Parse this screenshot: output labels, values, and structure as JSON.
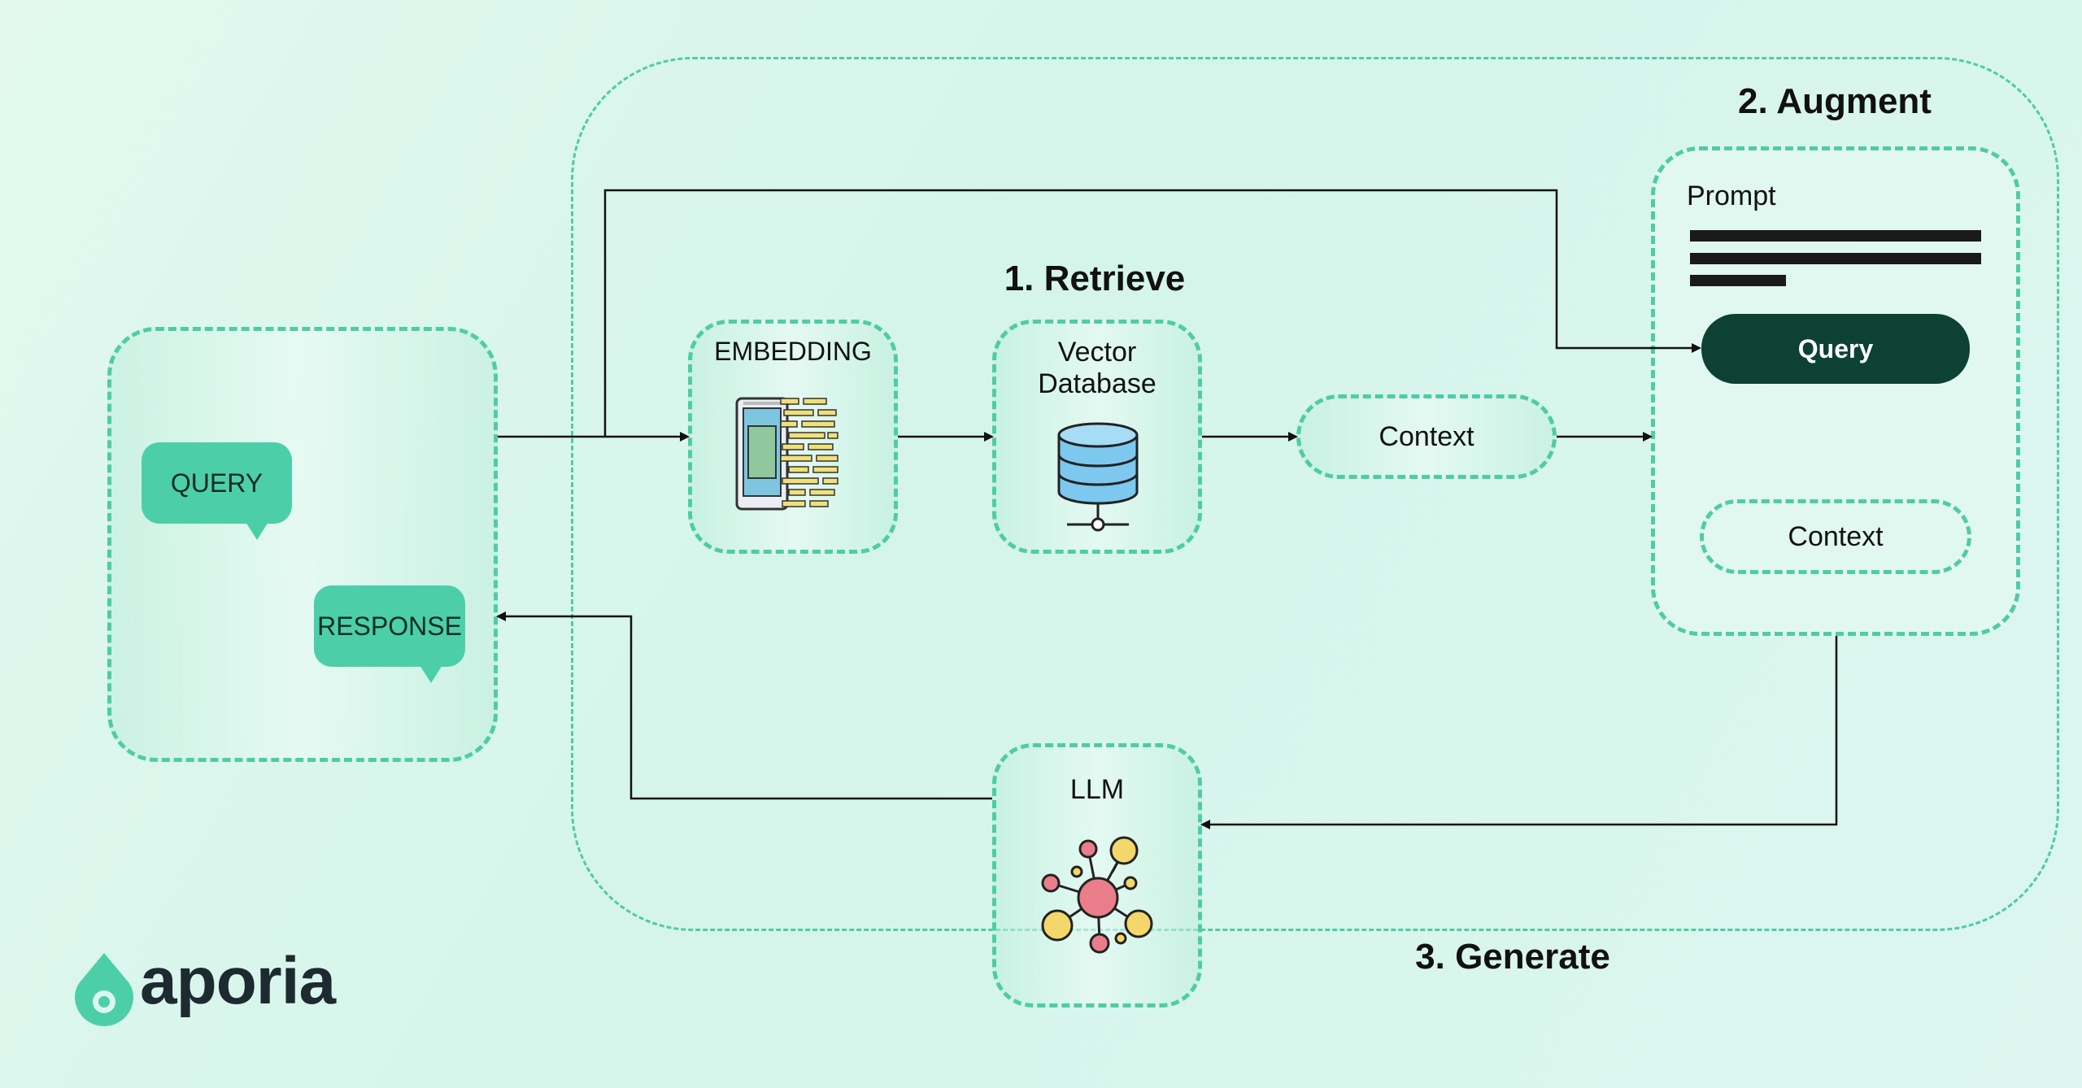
{
  "colors": {
    "accent": "#4fcca5",
    "bubble": "#4ccfa8",
    "query_pill": "#0c4134",
    "background": "#dcf6ef"
  },
  "steps": {
    "retrieve": "1. Retrieve",
    "augment": "2. Augment",
    "generate": "3. Generate"
  },
  "user_panel": {
    "query_bubble": "QUERY",
    "response_bubble": "RESPONSE"
  },
  "embedding": {
    "label": "EMBEDDING",
    "icon": "document-code-icon"
  },
  "vector_db": {
    "label_line1": "Vector",
    "label_line2": "Database",
    "icon": "database-icon"
  },
  "context_node": {
    "label": "Context"
  },
  "prompt": {
    "label": "Prompt",
    "query_label": "Query",
    "context_label": "Context"
  },
  "llm": {
    "label": "LLM",
    "icon": "neural-network-icon"
  },
  "logo": {
    "text": "aporia"
  }
}
